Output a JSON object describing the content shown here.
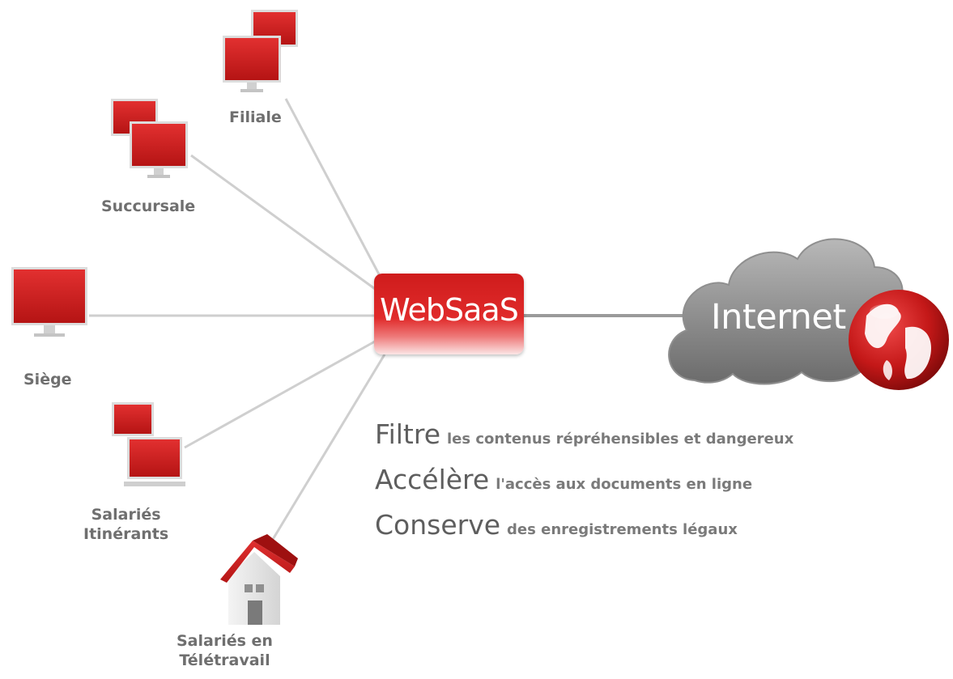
{
  "hub": {
    "label": "WebSaaS"
  },
  "cloud": {
    "label": "Internet"
  },
  "nodes": {
    "filiale": "Filiale",
    "succursale": "Succursale",
    "siege": "Siège",
    "salaries_itinerants": "Salariés\nItinérants",
    "salaries_teletravail": "Salariés en\nTélétravail"
  },
  "features": [
    {
      "verb": "Filtre",
      "description": "les contenus répréhensibles et dangereux"
    },
    {
      "verb": "Accélère",
      "description": "l'accès aux documents en ligne"
    },
    {
      "verb": "Conserve",
      "description": "des enregistrements légaux"
    }
  ],
  "colors": {
    "accent": "#d61f1f",
    "line": "#c8c8c8",
    "text": "#6f6f6f",
    "cloud": "#8a8a8a"
  },
  "icons": {
    "branch": "monitor-pair-icon",
    "subsidiary": "monitor-pair-icon",
    "headquarters": "monitor-icon",
    "mobile": "monitor-pair-icon",
    "telework": "house-icon",
    "internet": "globe-icon"
  }
}
